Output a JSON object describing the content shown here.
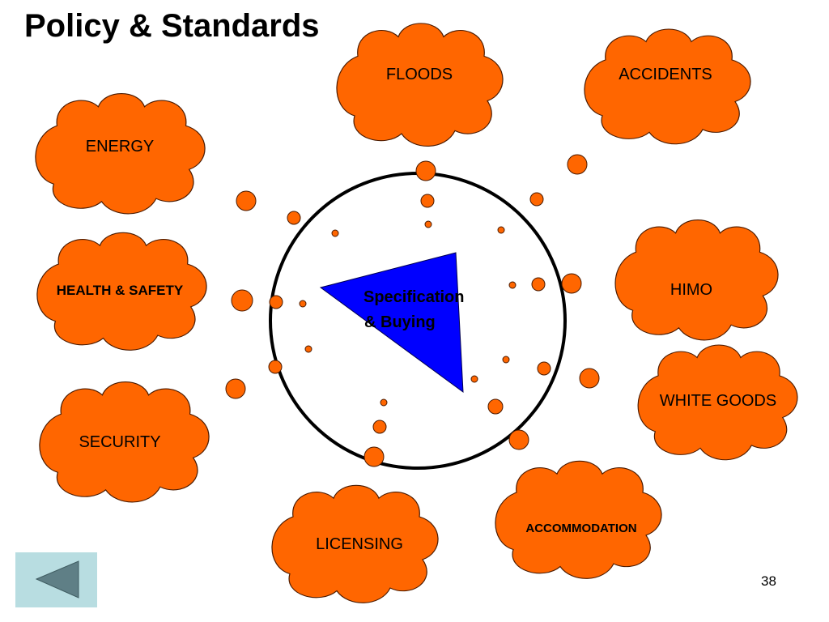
{
  "slide": {
    "title": "Policy & Standards",
    "page_number": "38"
  },
  "center": {
    "label_line1": "Specification",
    "label_line2": "& Buying"
  },
  "clouds": [
    {
      "id": "floods",
      "label": "FLOODS"
    },
    {
      "id": "accidents",
      "label": "ACCIDENTS"
    },
    {
      "id": "energy",
      "label": "ENERGY"
    },
    {
      "id": "health-safety",
      "label": "HEALTH & SAFETY"
    },
    {
      "id": "himo",
      "label": "HIMO"
    },
    {
      "id": "white-goods",
      "label": "WHITE GOODS"
    },
    {
      "id": "security",
      "label": "SECURITY"
    },
    {
      "id": "licensing",
      "label": "LICENSING"
    },
    {
      "id": "accommodation",
      "label": "ACCOMMODATION"
    }
  ],
  "icons": {
    "back": "back-arrow-icon"
  },
  "colors": {
    "cloud_fill": "#ff6600",
    "triangle_fill": "#0000ff",
    "back_button_bg": "#b8dde1",
    "back_arrow": "#5f7f86"
  }
}
